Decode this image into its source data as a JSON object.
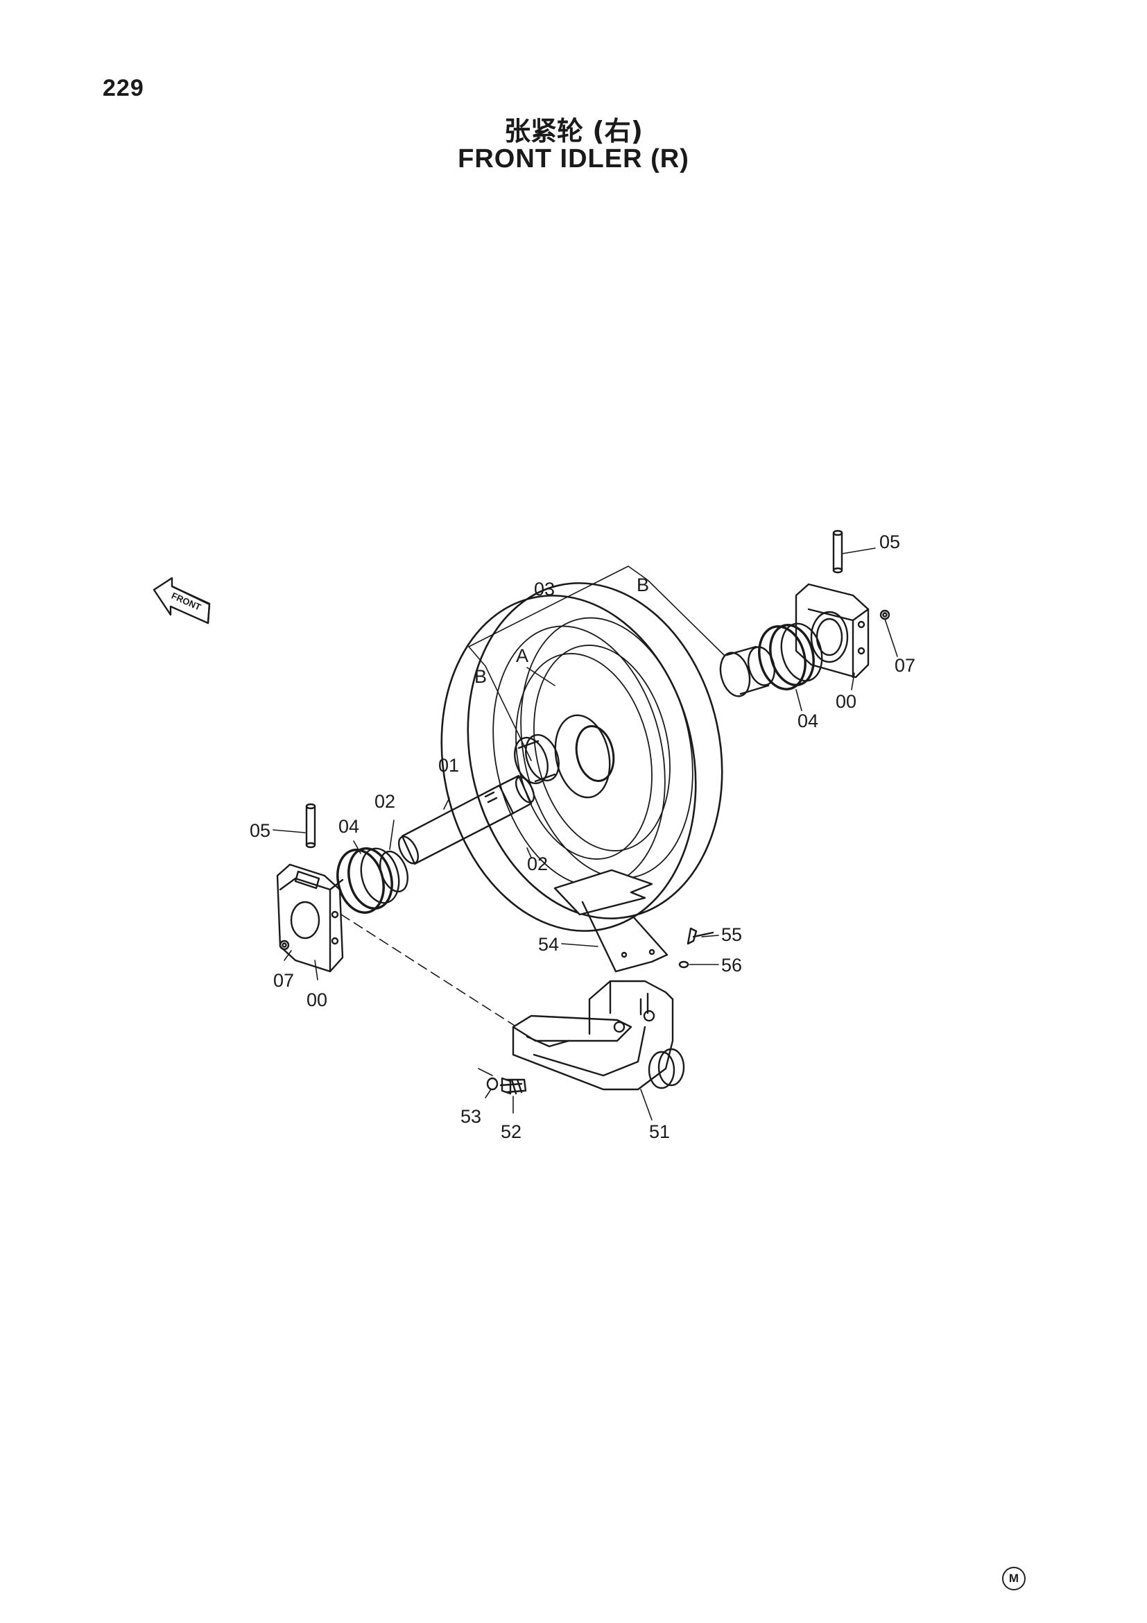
{
  "page": {
    "number": "229",
    "title_cn": "张紧轮 (右)",
    "title_en": "FRONT IDLER (R)",
    "mark": "M"
  },
  "diagram": {
    "front_arrow": "FRONT",
    "callouts": {
      "c05_top": "05",
      "c07_right": "07",
      "c00_right": "00",
      "c04_right": "04",
      "c03": "03",
      "cB_top": "B",
      "cA": "A",
      "cB_left": "B",
      "c01": "01",
      "c02_upper": "02",
      "c02_lower": "02",
      "c05_left": "05",
      "c04_left": "04",
      "c07_left": "07",
      "c00_left": "00",
      "c54": "54",
      "c55": "55",
      "c56": "56",
      "c53": "53",
      "c52": "52",
      "c51": "51"
    }
  },
  "colors": {
    "ink": "#1a1a1a",
    "paper": "#ffffff"
  }
}
